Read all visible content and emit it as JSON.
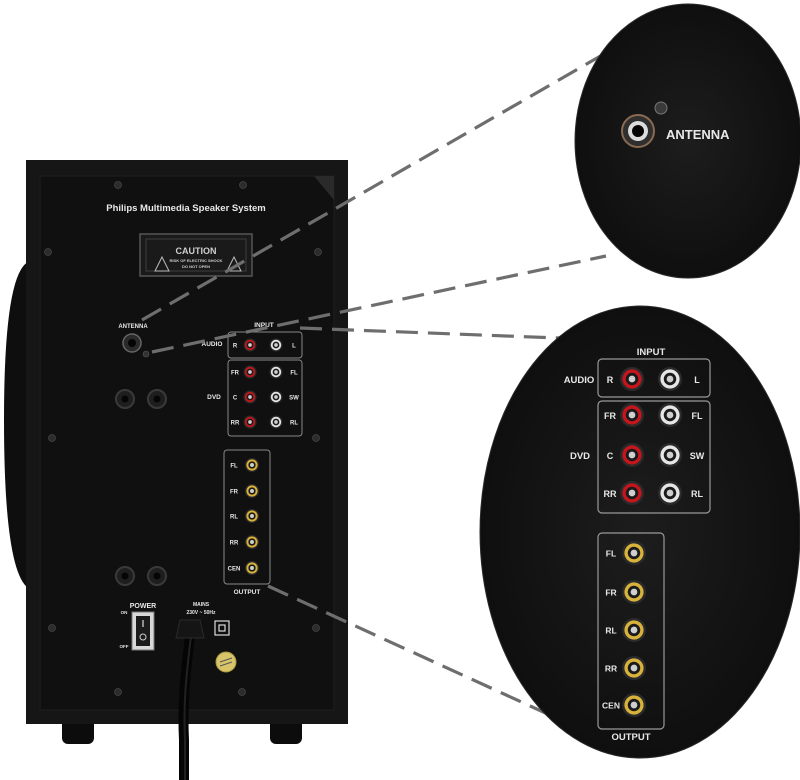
{
  "brand": "Philips Multimedia Speaker System",
  "caution": {
    "title": "CAUTION",
    "line1": "RISK OF ELECTRIC SHOCK",
    "line2": "DO NOT OPEN"
  },
  "panel": {
    "antenna": "ANTENNA",
    "input": "INPUT",
    "output": "OUTPUT",
    "audio": "AUDIO",
    "dvd": "DVD",
    "power": "POWER",
    "on": "ON",
    "off": "OFF",
    "mains_line1": "MAINS",
    "mains_line2": "230V ~ 50Hz",
    "input_rows": [
      {
        "left": "R",
        "right": "L"
      },
      {
        "left": "FR",
        "right": "FL"
      },
      {
        "left": "C",
        "right": "SW"
      },
      {
        "left": "RR",
        "right": "RL"
      }
    ],
    "output_jacks": [
      "FL",
      "FR",
      "RL",
      "RR",
      "CEN"
    ]
  },
  "zoom_antenna": {
    "label": "ANTENNA"
  },
  "zoom_io": {
    "input": "INPUT",
    "output": "OUTPUT",
    "audio": "AUDIO",
    "dvd": "DVD",
    "input_rows": [
      {
        "left": "R",
        "right": "L"
      },
      {
        "left": "FR",
        "right": "FL"
      },
      {
        "left": "C",
        "right": "SW"
      },
      {
        "left": "RR",
        "right": "RL"
      }
    ],
    "output_jacks": [
      "FL",
      "FR",
      "RL",
      "RR",
      "CEN"
    ]
  },
  "colors": {
    "cabinet": "#161616",
    "panel": "#101010",
    "red_jack": "#c4161c",
    "white_jack": "#e6e6e6",
    "yellow_jack": "#d8b23a",
    "label": "#e8e8e8",
    "leader": "#6e6e6e"
  }
}
